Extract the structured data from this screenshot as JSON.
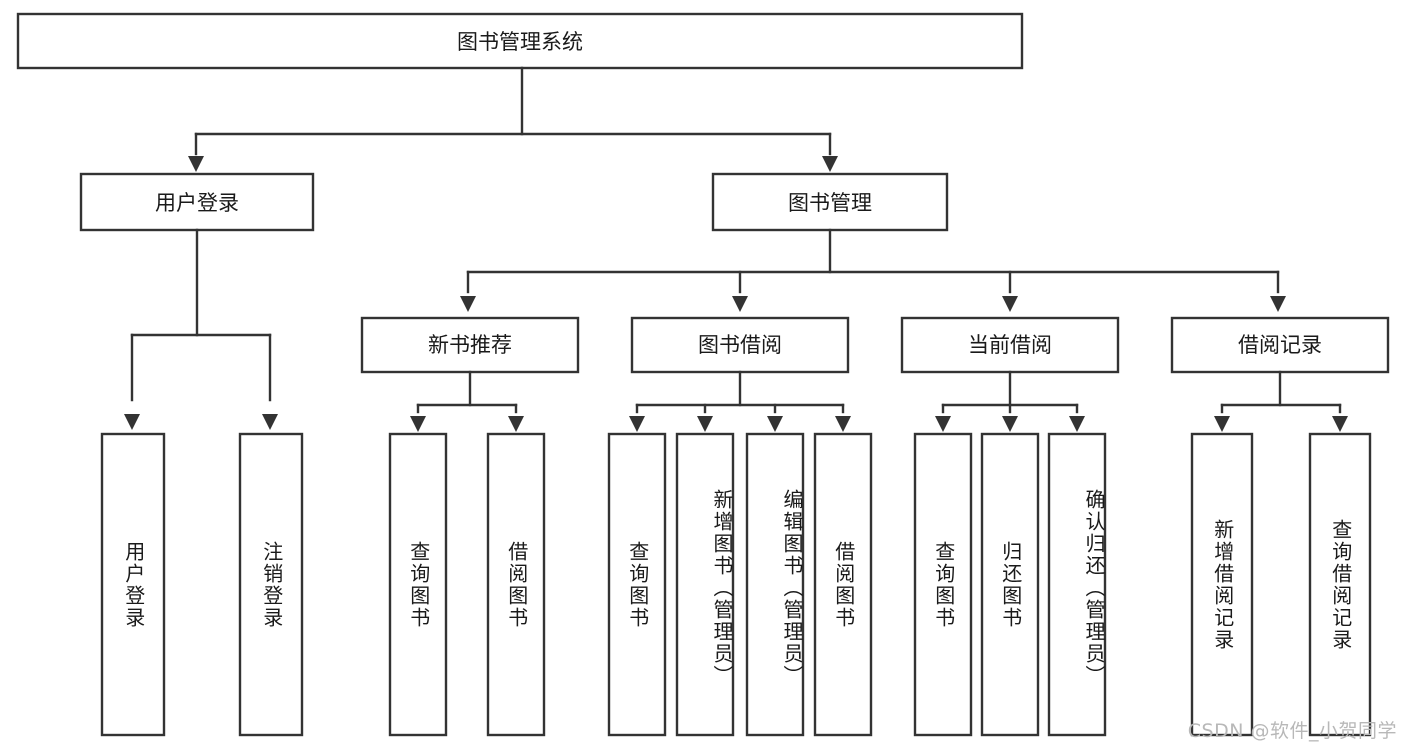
{
  "diagram": {
    "title": "图书管理系统",
    "type": "tree",
    "watermark": "CSDN @软件_小贺同学",
    "colors": {
      "box_stroke": "#333333",
      "box_fill": "#ffffff",
      "text": "#1a1a1a",
      "watermark": "#b8b8b8",
      "background": "#ffffff"
    },
    "root": {
      "label": "图书管理系统"
    },
    "level2": [
      {
        "label": "用户登录"
      },
      {
        "label": "图书管理"
      }
    ],
    "level3": [
      {
        "label": "新书推荐"
      },
      {
        "label": "图书借阅"
      },
      {
        "label": "当前借阅"
      },
      {
        "label": "借阅记录"
      }
    ],
    "leaves": {
      "user_login": [
        {
          "label": "用户登录"
        },
        {
          "label": "注销登录"
        }
      ],
      "new_book": [
        {
          "label": "查询图书"
        },
        {
          "label": "借阅图书"
        }
      ],
      "book_borrow": [
        {
          "label": "查询图书"
        },
        {
          "label": "新增图书（管理员）"
        },
        {
          "label": "编辑图书（管理员）"
        },
        {
          "label": "借阅图书"
        }
      ],
      "current_borrow": [
        {
          "label": "查询图书"
        },
        {
          "label": "归还图书"
        },
        {
          "label": "确认归还（管理员）"
        }
      ],
      "borrow_record": [
        {
          "label": "新增借阅记录"
        },
        {
          "label": "查询借阅记录"
        }
      ]
    }
  }
}
